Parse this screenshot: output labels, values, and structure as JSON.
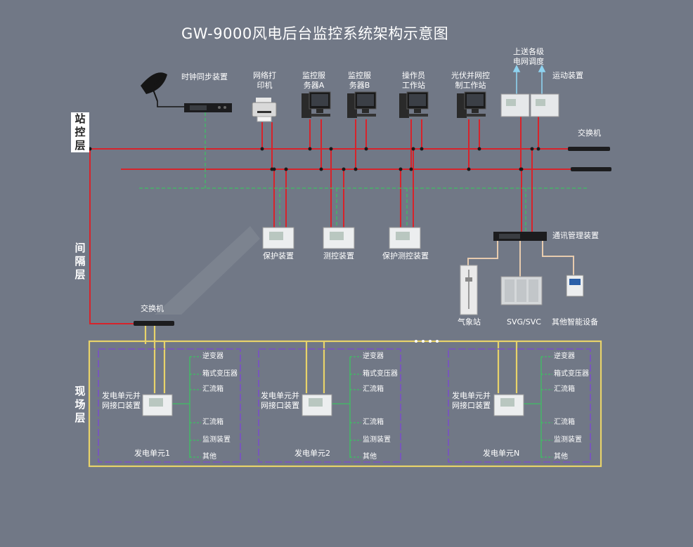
{
  "title": "GW-9000风电后台监控系统架构示意图",
  "layers": {
    "station": "站\n控\n层",
    "bay": "间\n隔\n层",
    "field": "现\n场\n层"
  },
  "station_devices": {
    "clock_sync": "时钟同步装置",
    "printer": "网络打\n印机",
    "server_a": "监控服\n务器A",
    "server_b": "监控服\n务器B",
    "operator": "操作员\n工作站",
    "pv_grid": "光伏并网控\n制工作站",
    "dispatch": "上送各级\n电网调度",
    "telecontrol": "运动装置",
    "switch_top": "交换机"
  },
  "bay_devices": {
    "protection": "保护装置",
    "measure_control": "测控装置",
    "prot_measure_control": "保护测控装置",
    "comm_manager": "通讯管理装置",
    "weather": "气象站",
    "svg": "SVG/SVC",
    "other_smart": "其他智能设备",
    "switch_mid": "交换机"
  },
  "field_units": [
    {
      "device": "发电单元并\n网接口装置",
      "name": "发电单元1",
      "branches": [
        "逆变器",
        "箱式变压器",
        "汇流箱",
        "汇流箱",
        "监测装置",
        "其他"
      ]
    },
    {
      "device": "发电单元并\n网接口装置",
      "name": "发电单元2",
      "branches": [
        "逆变器",
        "箱式变压器",
        "汇流箱",
        "汇流箱",
        "监测装置",
        "其他"
      ]
    },
    {
      "device": "发电单元并\n网接口装置",
      "name": "发电单元N",
      "branches": [
        "逆变器",
        "箱式变压器",
        "汇流箱",
        "汇流箱",
        "监测装置",
        "其他"
      ]
    }
  ],
  "colors": {
    "background": "#717886",
    "network_red": "#d7232b",
    "network_green": "#3fbf63",
    "field_yellow": "#e8d36a",
    "unit_purple": "#7a4fc8"
  }
}
